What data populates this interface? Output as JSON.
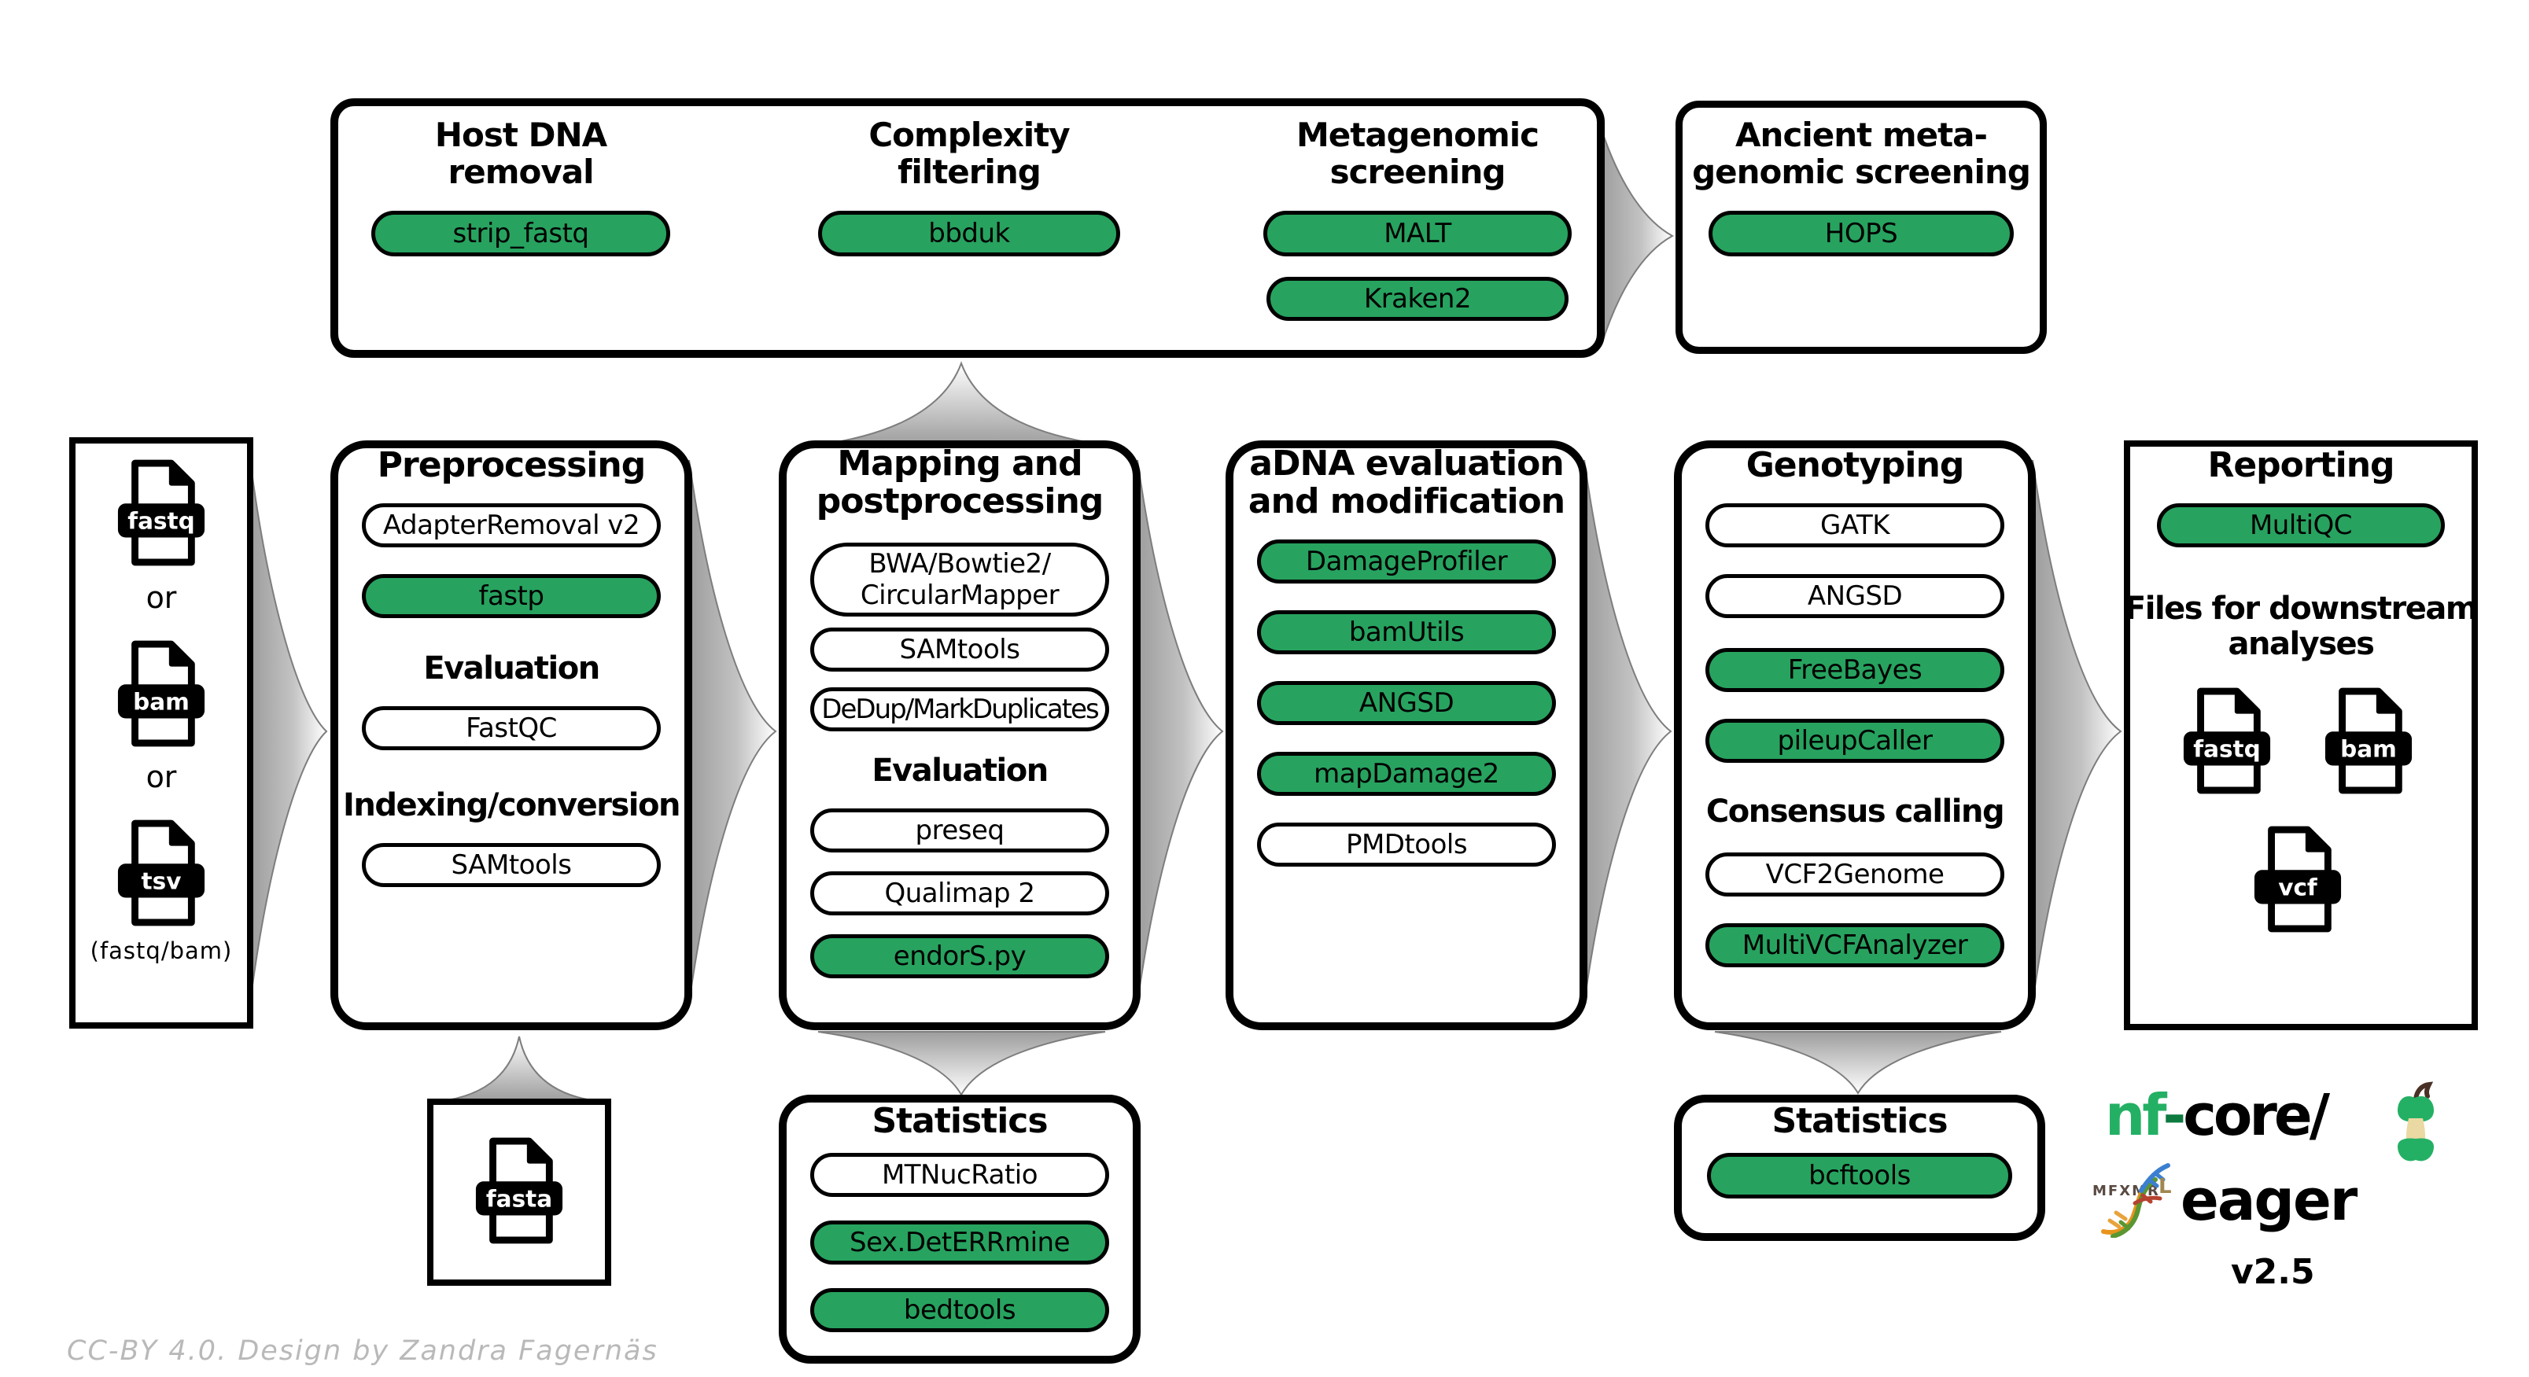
{
  "colors": {
    "pill_green": "#27A35F",
    "pill_white": "#ffffff",
    "outline_black": "#000000",
    "arrow_gray": "#9d9d9d",
    "arrow_light": "#ffffff",
    "nf_core_green": "#24B064",
    "credit_gray": "#b9b9b9"
  },
  "top_box": {
    "columns": [
      {
        "title": "Host DNA\nremoval",
        "pills": [
          "strip_fastq"
        ]
      },
      {
        "title": "Complexity\nfiltering",
        "pills": [
          "bbduk"
        ]
      },
      {
        "title": "Metagenomic\nscreening",
        "pills": [
          "MALT",
          "Kraken2"
        ]
      }
    ]
  },
  "ancient_box": {
    "title": "Ancient meta-\ngenomic screening",
    "pills": [
      "HOPS"
    ]
  },
  "input_box": {
    "file_labels": [
      "fastq",
      "bam",
      "tsv"
    ],
    "or_label": "or",
    "note": "(fastq/bam)"
  },
  "preprocessing": {
    "title": "Preprocessing",
    "items": {
      "adapterremoval": "AdapterRemoval v2",
      "fastp": "fastp",
      "evaluation_heading": "Evaluation",
      "fastqc": "FastQC",
      "indexing_heading": "Indexing/conversion",
      "samtools": "SAMtools"
    }
  },
  "mapping": {
    "title": "Mapping and\npostprocessing",
    "items": {
      "aligners": "BWA/Bowtie2/\nCircularMapper",
      "samtools": "SAMtools",
      "dedup": "DeDup/MarkDuplicates",
      "evaluation_heading": "Evaluation",
      "preseq": "preseq",
      "qualimap": "Qualimap 2",
      "endors": "endorS.py"
    }
  },
  "adna": {
    "title": "aDNA evaluation\nand modification",
    "items": {
      "damageprofiler": "DamageProfiler",
      "bamutils": "bamUtils",
      "angsd": "ANGSD",
      "mapdamage": "mapDamage2",
      "pmdtools": "PMDtools"
    }
  },
  "genotyping": {
    "title": "Genotyping",
    "items": {
      "gatk": "GATK",
      "angsd": "ANGSD",
      "freebayes": "FreeBayes",
      "pileupcaller": "pileupCaller",
      "consensus_heading": "Consensus calling",
      "vcf2genome": "VCF2Genome",
      "multivcfanalyzer": "MultiVCFAnalyzer"
    }
  },
  "reporting": {
    "title": "Reporting",
    "multiqc": "MultiQC",
    "files_heading": "Files for downstream\nanalyses",
    "file_labels": [
      "fastq",
      "bam",
      "vcf"
    ]
  },
  "fasta_box": {
    "file_label": "fasta"
  },
  "statistics_mapping": {
    "title": "Statistics",
    "items": {
      "mtnucratio": "MTNucRatio",
      "sexdeterrmine": "Sex.DetERRmine",
      "bedtools": "bedtools"
    }
  },
  "statistics_genotyping": {
    "title": "Statistics",
    "items": {
      "bcftools": "bcftools"
    }
  },
  "logo": {
    "prefix_green": "nf",
    "dash": "-",
    "prefix_black": "core/",
    "name": "eager",
    "version": "v2.5",
    "runes": "MFXMR",
    "rune_l": "L"
  },
  "credit": "CC-BY 4.0. Design by Zandra Fagernäs"
}
